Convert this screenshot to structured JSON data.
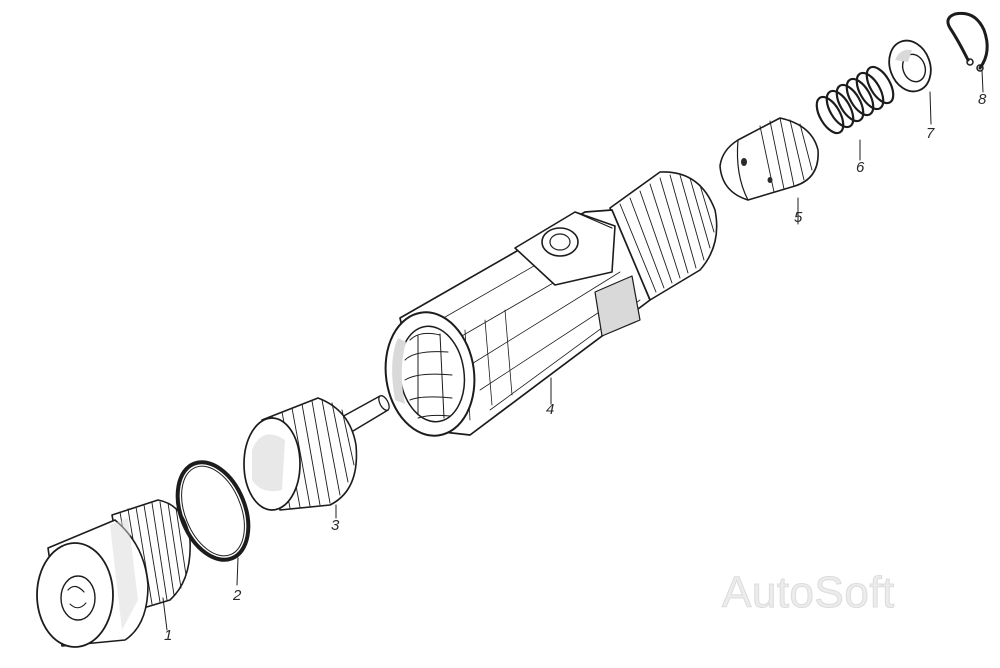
{
  "diagram": {
    "callouts": [
      {
        "id": "1",
        "text": "1"
      },
      {
        "id": "2",
        "text": "2"
      },
      {
        "id": "3",
        "text": "3"
      },
      {
        "id": "4",
        "text": "4"
      },
      {
        "id": "5",
        "text": "5"
      },
      {
        "id": "6",
        "text": "6"
      },
      {
        "id": "7",
        "text": "7"
      },
      {
        "id": "8",
        "text": "8"
      }
    ],
    "watermark": "AutoSoft"
  }
}
